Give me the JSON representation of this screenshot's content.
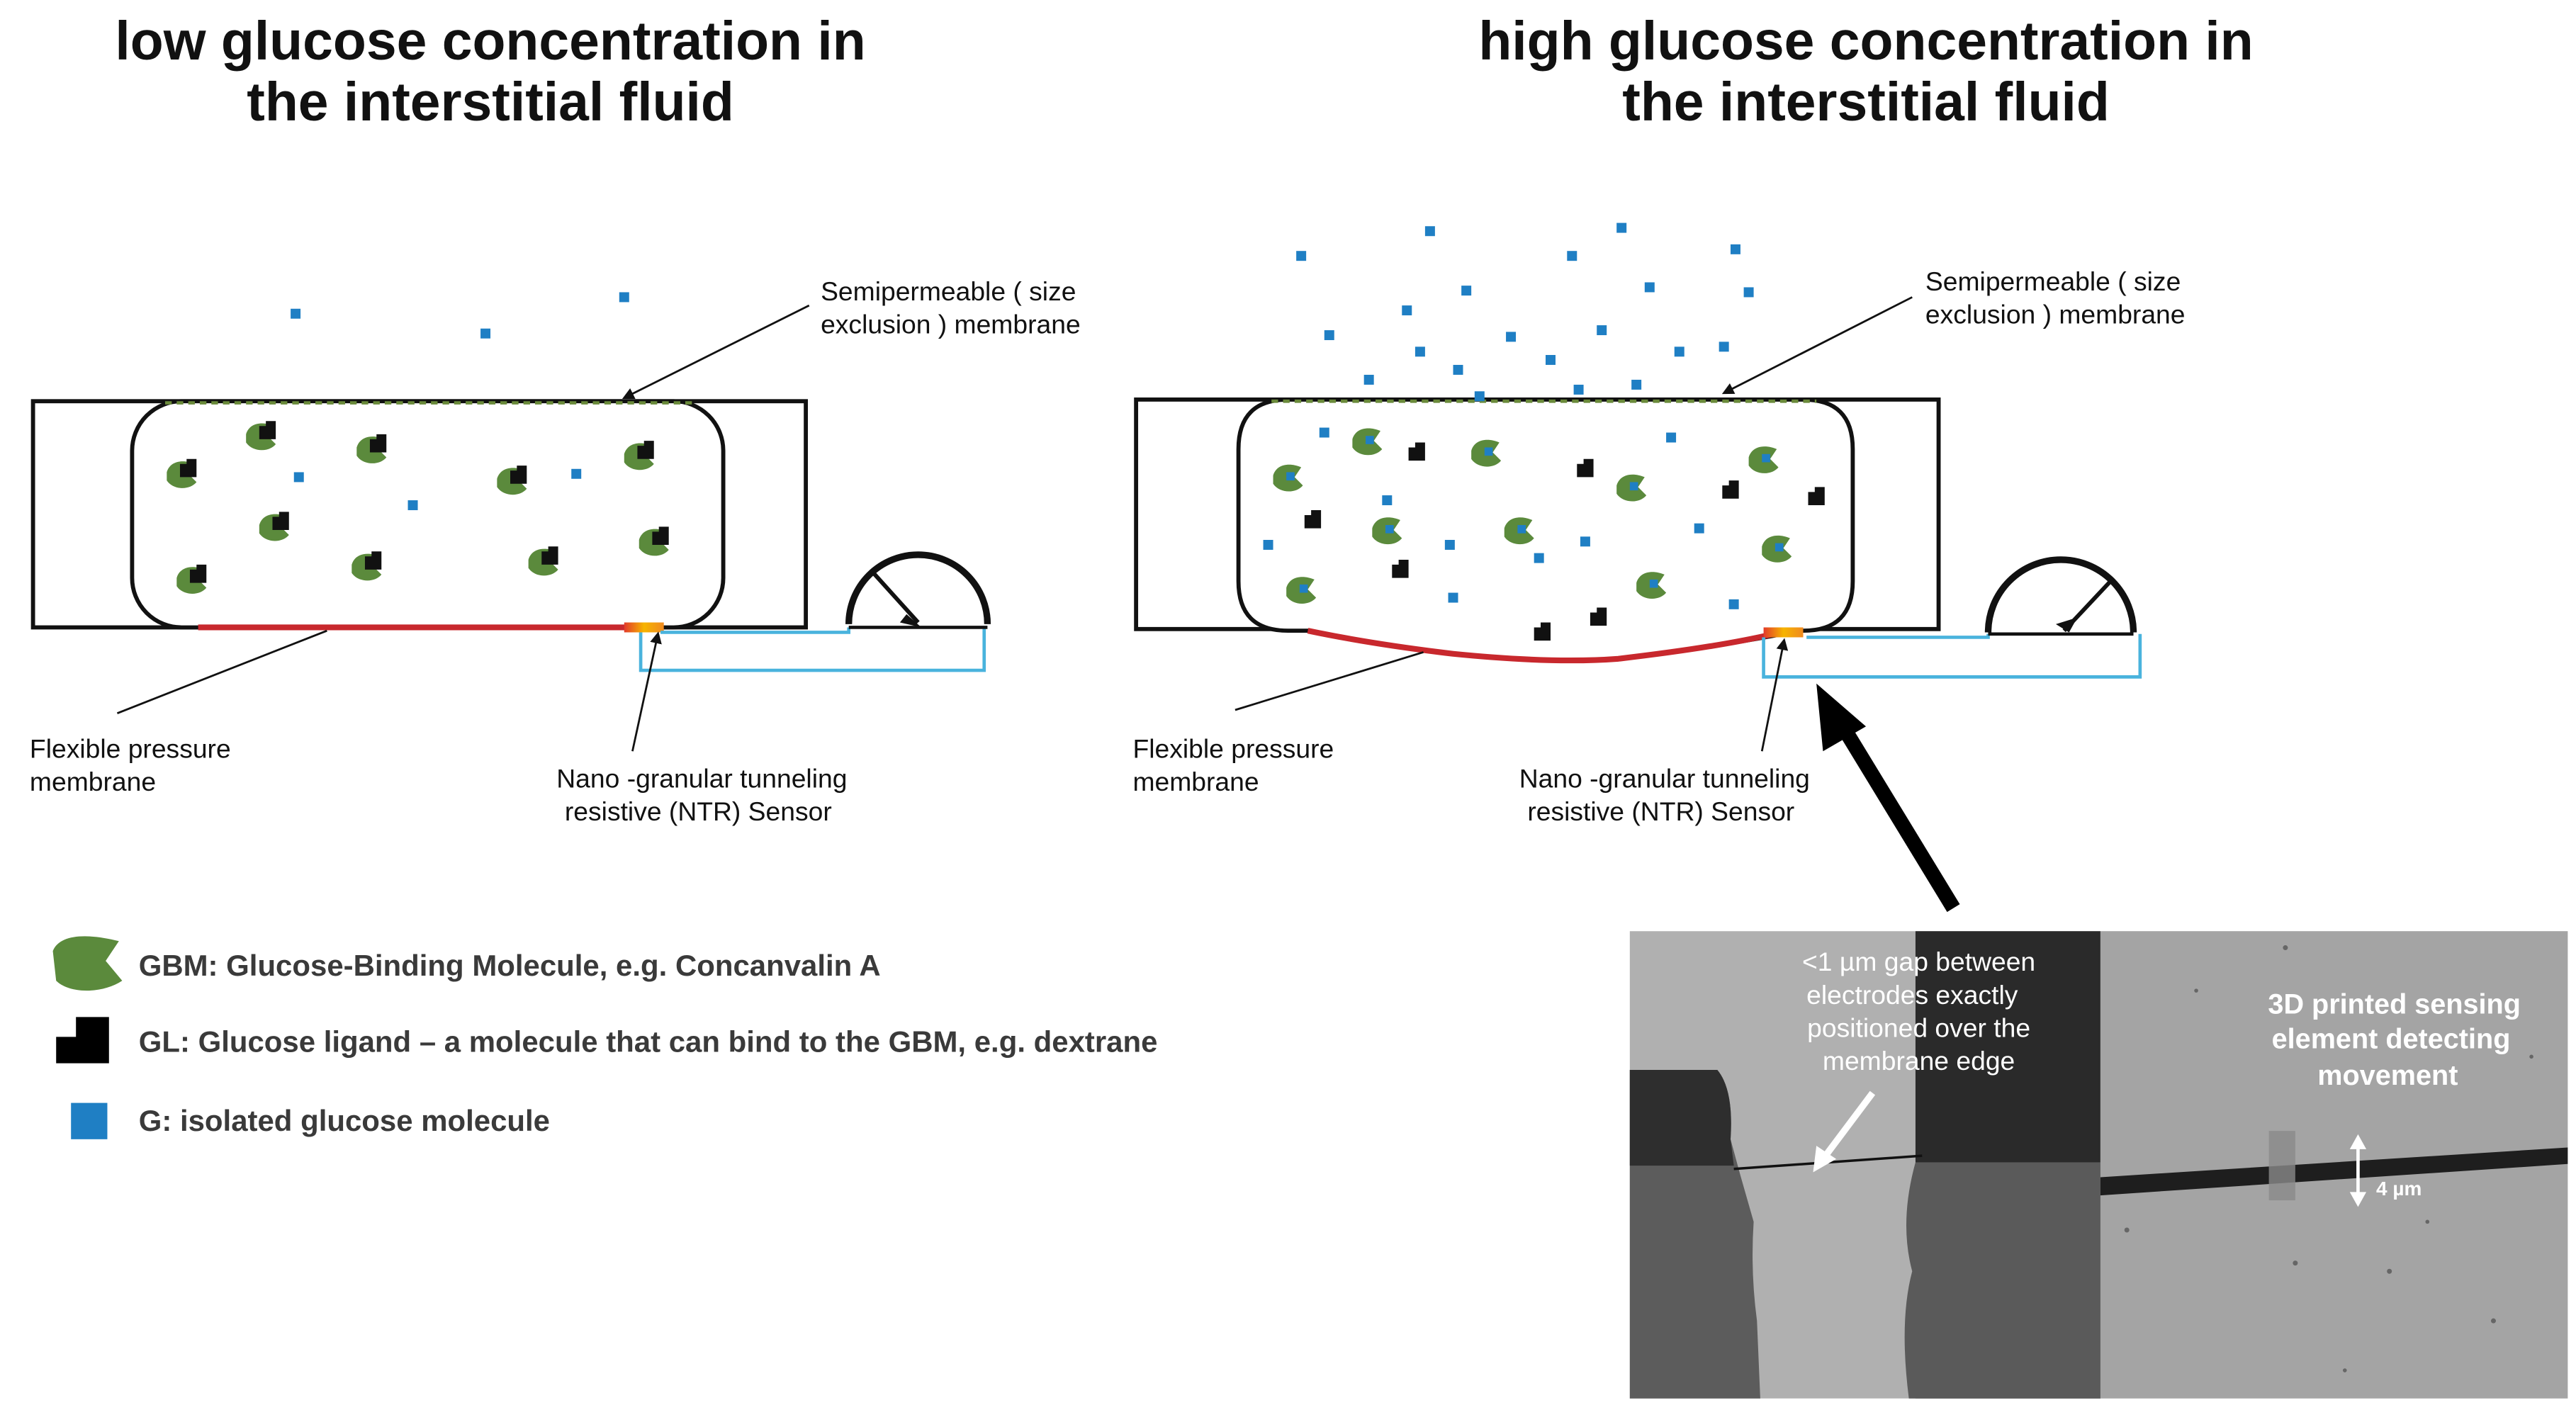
{
  "panels": {
    "left": {
      "title_line1": "low glucose concentration in",
      "title_line2": "the interstitial fluid",
      "semi_line1": "Semipermeable (  size",
      "semi_line2": "exclusion ) membrane",
      "flex_line1": "Flexible  pressure",
      "flex_line2": "membrane",
      "ntr_line1": "Nano -granular  tunneling",
      "ntr_line2": "resistive (NTR) Sensor"
    },
    "right": {
      "title_line1": "high glucose concentration in",
      "title_line2": "the interstitial fluid",
      "semi_line1": "Semipermeable (  size",
      "semi_line2": "exclusion ) membrane",
      "flex_line1": "Flexible  pressure",
      "flex_line2": "membrane",
      "ntr_line1": "Nano -granular  tunneling",
      "ntr_line2": "resistive (NTR) Sensor"
    }
  },
  "legend": {
    "gbm": "GBM: Glucose-Binding Molecule, e.g. Concanvalin A",
    "gl": "GL: Glucose ligand – a molecule that can bind to the GBM, e.g. dextrane",
    "g": "G: isolated glucose molecule"
  },
  "micrograph": {
    "left_line1": "<1 µm gap between",
    "left_line2": "electrodes exactly",
    "left_line3": "positioned over the",
    "left_line4": "membrane edge",
    "right_line1": "3D printed sensing",
    "right_line2": "element detecting",
    "right_line3": "movement",
    "scale": "4 µm"
  },
  "colors": {
    "gbm": "#5b8a3c",
    "gl": "#111111",
    "glucose": "#1f7fc4",
    "flex_membrane": "#c8282d",
    "circuit": "#49b3dd",
    "ntr_sensor": "#f0a020",
    "semi_membrane": "#6a8a3a"
  }
}
